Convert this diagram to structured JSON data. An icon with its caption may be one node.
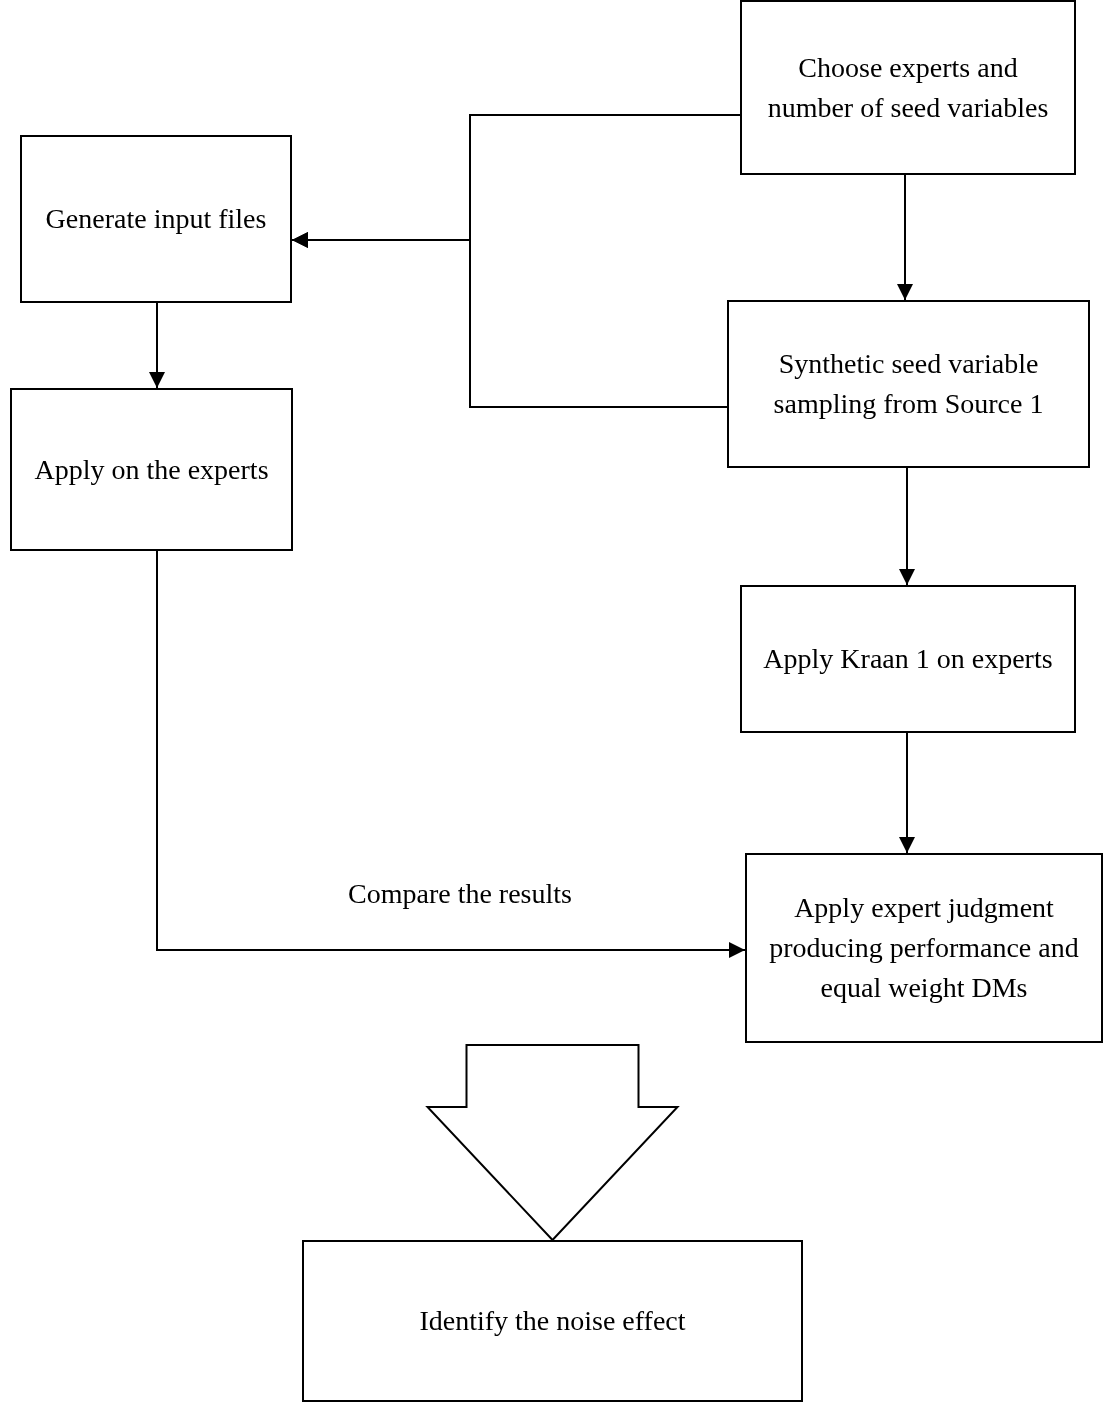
{
  "diagram": {
    "nodes": [
      {
        "text": [
          "Choose experts and number of seed variables"
        ]
      },
      {
        "text": [
          "Generate input files"
        ]
      },
      {
        "text": [
          "Synthetic seed variable sampling from Source 1"
        ]
      },
      {
        "text": [
          "Apply on the experts"
        ]
      },
      {
        "text": [
          "Apply Kraan 1 on experts"
        ]
      },
      {
        "text": [
          "Apply expert judgment producing performance and equal weight DMs"
        ]
      },
      {
        "text": [
          "Identify the noise effect"
        ]
      }
    ],
    "edges": [
      {
        "from": 0,
        "to": 2,
        "arrow": "to"
      },
      {
        "from": 0,
        "to": 1,
        "arrow": "to"
      },
      {
        "from": 2,
        "to": 1,
        "arrow": "to"
      },
      {
        "from": 1,
        "to": 3,
        "arrow": "to"
      },
      {
        "from": 2,
        "to": 4,
        "arrow": "to"
      },
      {
        "from": 4,
        "to": 5,
        "arrow": "to"
      },
      {
        "from": 3,
        "to": 5,
        "arrow": "to",
        "label": "Compare the results"
      },
      {
        "from": null,
        "to": 6,
        "arrow": "to",
        "style": "thick"
      }
    ]
  }
}
